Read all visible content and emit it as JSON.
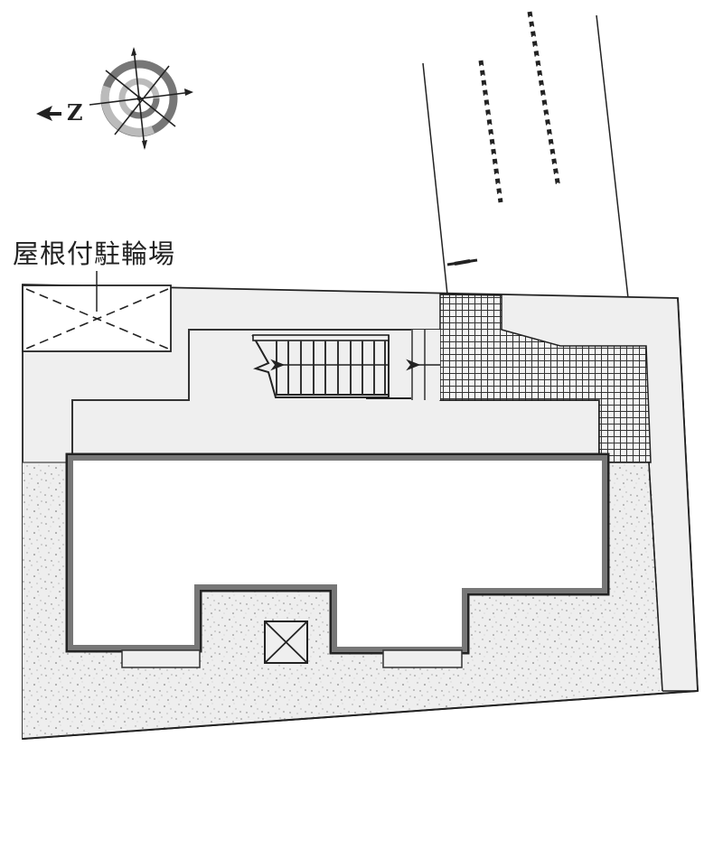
{
  "labels": {
    "covered_bicycle_parking": "屋根付駐輪場",
    "north_letter": "Z"
  },
  "compass": {
    "north_direction": "left",
    "icon": "compass-rose-icon"
  },
  "legend_colors": {
    "site_fill": "#efefef",
    "building_fill": "#ffffff",
    "wall_color": "#777777",
    "outline_color": "#222222",
    "gravel_fill": "#eeeeee",
    "paving_grid_color": "#333333"
  },
  "elements": {
    "bicycle_parking": "屋根付駐輪場",
    "staircase": "stairs",
    "entrance_paving": "grid-paved area",
    "building": "apartment building",
    "balconies": 2,
    "elevator_or_shaft": 1,
    "road_lines": 4
  }
}
